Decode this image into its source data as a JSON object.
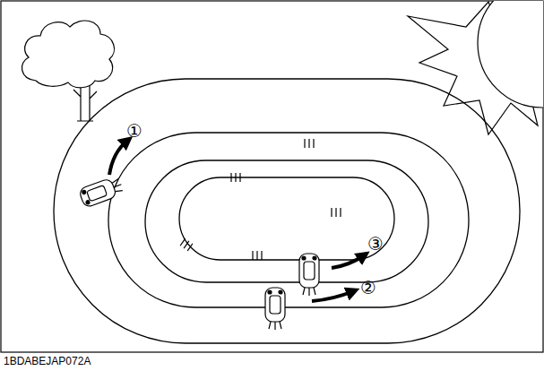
{
  "diagram": {
    "labels": [
      "①",
      "②",
      "③",
      "1BDABEJAP072A"
    ]
  }
}
